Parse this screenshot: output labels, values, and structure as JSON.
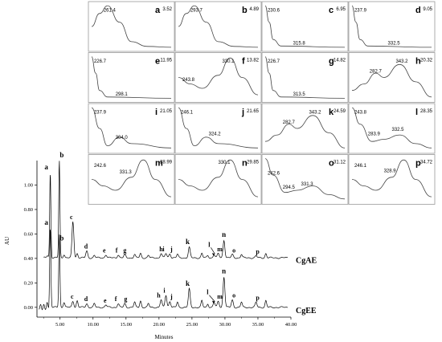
{
  "chart_data": [
    {
      "type": "line",
      "xlabel": "Minutes",
      "ylabel": "AU",
      "xlim": [
        1.5,
        40.0
      ],
      "ylim": [
        -0.08,
        1.2
      ],
      "x_ticks": [
        5.0,
        10.0,
        15.0,
        20.0,
        25.0,
        30.0,
        35.0,
        40.0
      ],
      "x_tick_labels": [
        "5.00",
        "10.00",
        "15.00",
        "20.00",
        "25.00",
        "30.00",
        "35.00",
        "40.00"
      ],
      "y_ticks": [
        0.0,
        0.2,
        0.4,
        0.6,
        0.8,
        1.0
      ],
      "y_tick_labels": [
        "0.00",
        "0.20",
        "0.40",
        "0.60",
        "0.80",
        "1.00"
      ],
      "series": [
        {
          "name": "CgAE",
          "color": "#000000",
          "baseline": 0.405,
          "peaks": [
            {
              "label": "a",
              "x": 3.52,
              "y": 1.1
            },
            {
              "label": "b",
              "x": 4.89,
              "y": 1.2
            },
            {
              "label": "c",
              "x": 6.95,
              "y": 0.7
            },
            {
              "label": "d",
              "x": 9.05,
              "y": 0.46
            },
            {
              "label": "e",
              "x": 11.95,
              "y": 0.43
            },
            {
              "label": "f",
              "x": 13.82,
              "y": 0.43
            },
            {
              "label": "g",
              "x": 14.82,
              "y": 0.43
            },
            {
              "label": "h",
              "x": 20.32,
              "y": 0.44
            },
            {
              "label": "i",
              "x": 21.05,
              "y": 0.44
            },
            {
              "label": "j",
              "x": 21.65,
              "y": 0.44
            },
            {
              "label": "k",
              "x": 24.59,
              "y": 0.49
            },
            {
              "label": "l",
              "x": 28.35,
              "y": 0.43
            },
            {
              "label": "m",
              "x": 28.99,
              "y": 0.44
            },
            {
              "label": "n",
              "x": 29.85,
              "y": 0.55
            },
            {
              "label": "o",
              "x": 31.12,
              "y": 0.43
            },
            {
              "label": "p",
              "x": 34.72,
              "y": 0.42
            }
          ]
        },
        {
          "name": "CgEE",
          "color": "#000000",
          "baseline": 0.0,
          "peaks": [
            {
              "label": "a",
              "x": 3.52,
              "y": 0.65
            },
            {
              "label": "b",
              "x": 4.89,
              "y": 0.6
            },
            {
              "label": "c",
              "x": 6.95,
              "y": 0.05
            },
            {
              "label": "d",
              "x": 9.05,
              "y": 0.03
            },
            {
              "label": "e",
              "x": 11.95,
              "y": 0.02
            },
            {
              "label": "f",
              "x": 13.82,
              "y": 0.03
            },
            {
              "label": "g",
              "x": 14.82,
              "y": 0.03
            },
            {
              "label": "h",
              "x": 20.32,
              "y": 0.06
            },
            {
              "label": "i",
              "x": 21.05,
              "y": 0.1
            },
            {
              "label": "j",
              "x": 21.65,
              "y": 0.05
            },
            {
              "label": "k",
              "x": 24.59,
              "y": 0.15
            },
            {
              "label": "l",
              "x": 28.35,
              "y": 0.04
            },
            {
              "label": "m",
              "x": 28.99,
              "y": 0.05
            },
            {
              "label": "n",
              "x": 29.85,
              "y": 0.25
            },
            {
              "label": "o",
              "x": 31.12,
              "y": 0.06
            },
            {
              "label": "p",
              "x": 34.72,
              "y": 0.04
            }
          ]
        }
      ],
      "annotations": [
        "a",
        "b",
        "c",
        "d",
        "e",
        "f",
        "g",
        "h",
        "i",
        "j",
        "k",
        "l",
        "m",
        "n",
        "o",
        "p"
      ],
      "peak_label_styles": {
        "CgAE": {
          "l": "arrow"
        },
        "CgEE": {
          "l": "arrow"
        }
      }
    },
    {
      "type": "line",
      "title": "UV spectra",
      "panels": [
        {
          "label": "a",
          "retention_time": "3.52",
          "maxima": [
            "261.4"
          ],
          "curve": [
            [
              0,
              0.5
            ],
            [
              0.1,
              0.8
            ],
            [
              0.2,
              0.98
            ],
            [
              0.35,
              0.6
            ],
            [
              0.5,
              0.15
            ],
            [
              0.7,
              0.04
            ],
            [
              1,
              0.02
            ]
          ]
        },
        {
          "label": "b",
          "retention_time": "4.89",
          "maxima": [
            "293.7"
          ],
          "curve": [
            [
              0,
              0.5
            ],
            [
              0.1,
              0.8
            ],
            [
              0.2,
              0.98
            ],
            [
              0.35,
              0.6
            ],
            [
              0.5,
              0.15
            ],
            [
              0.7,
              0.04
            ],
            [
              1,
              0.02
            ]
          ]
        },
        {
          "label": "c",
          "retention_time": "6.95",
          "maxima": [
            "230.6",
            "315.8"
          ],
          "curve": [
            [
              0,
              0.98
            ],
            [
              0.05,
              0.6
            ],
            [
              0.1,
              0.2
            ],
            [
              0.2,
              0.05
            ],
            [
              1,
              0.02
            ]
          ]
        },
        {
          "label": "d",
          "retention_time": "9.05",
          "maxima": [
            "237.9",
            "332.5"
          ],
          "curve": [
            [
              0,
              0.98
            ],
            [
              0.05,
              0.6
            ],
            [
              0.1,
              0.2
            ],
            [
              0.2,
              0.05
            ],
            [
              1,
              0.02
            ]
          ]
        },
        {
          "label": "e",
          "retention_time": "11.95",
          "maxima": [
            "226.7",
            "298.1"
          ],
          "curve": [
            [
              0,
              0.98
            ],
            [
              0.05,
              0.6
            ],
            [
              0.1,
              0.2
            ],
            [
              0.2,
              0.05
            ],
            [
              1,
              0.02
            ]
          ]
        },
        {
          "label": "f",
          "retention_time": "13.82",
          "maxima": [
            "243.8",
            "330.1"
          ],
          "curve": [
            [
              0,
              0.5
            ],
            [
              0.15,
              0.35
            ],
            [
              0.3,
              0.25
            ],
            [
              0.5,
              0.55
            ],
            [
              0.65,
              0.95
            ],
            [
              0.8,
              0.5
            ],
            [
              1,
              0.1
            ]
          ]
        },
        {
          "label": "g",
          "retention_time": "14.82",
          "maxima": [
            "226.7",
            "313.5"
          ],
          "curve": [
            [
              0,
              0.98
            ],
            [
              0.05,
              0.6
            ],
            [
              0.1,
              0.2
            ],
            [
              0.2,
              0.05
            ],
            [
              1,
              0.02
            ]
          ]
        },
        {
          "label": "h",
          "retention_time": "20.32",
          "maxima": [
            "282.7",
            "343.2"
          ],
          "curve": [
            [
              0,
              0.2
            ],
            [
              0.15,
              0.35
            ],
            [
              0.3,
              0.6
            ],
            [
              0.4,
              0.5
            ],
            [
              0.6,
              0.8
            ],
            [
              0.8,
              0.4
            ],
            [
              1,
              0.05
            ]
          ]
        },
        {
          "label": "i",
          "retention_time": "21.05",
          "maxima": [
            "237.9",
            "304.0"
          ],
          "curve": [
            [
              0,
              0.98
            ],
            [
              0.1,
              0.5
            ],
            [
              0.2,
              0.1
            ],
            [
              0.35,
              0.3
            ],
            [
              0.5,
              0.15
            ],
            [
              1,
              0.05
            ]
          ]
        },
        {
          "label": "j",
          "retention_time": "21.65",
          "maxima": [
            "246.1",
            "324.2"
          ],
          "curve": [
            [
              0,
              0.98
            ],
            [
              0.1,
              0.5
            ],
            [
              0.2,
              0.1
            ],
            [
              0.35,
              0.3
            ],
            [
              0.5,
              0.15
            ],
            [
              1,
              0.05
            ]
          ]
        },
        {
          "label": "k",
          "retention_time": "24.59",
          "maxima": [
            "282.7",
            "343.2"
          ],
          "curve": [
            [
              0,
              0.2
            ],
            [
              0.15,
              0.35
            ],
            [
              0.3,
              0.6
            ],
            [
              0.4,
              0.5
            ],
            [
              0.6,
              0.8
            ],
            [
              0.8,
              0.4
            ],
            [
              1,
              0.05
            ]
          ]
        },
        {
          "label": "l",
          "retention_time": "28.35",
          "maxima": [
            "243.8",
            "283.9",
            "332.5"
          ],
          "curve": [
            [
              0,
              0.98
            ],
            [
              0.1,
              0.6
            ],
            [
              0.25,
              0.2
            ],
            [
              0.4,
              0.25
            ],
            [
              0.6,
              0.35
            ],
            [
              0.8,
              0.15
            ],
            [
              1,
              0.05
            ]
          ]
        },
        {
          "label": "m",
          "retention_time": "28.99",
          "maxima": [
            "242.6",
            "331.3"
          ],
          "curve": [
            [
              0,
              0.5
            ],
            [
              0.15,
              0.35
            ],
            [
              0.3,
              0.25
            ],
            [
              0.5,
              0.55
            ],
            [
              0.65,
              0.95
            ],
            [
              0.8,
              0.5
            ],
            [
              1,
              0.1
            ]
          ]
        },
        {
          "label": "n",
          "retention_time": "29.85",
          "maxima": [
            "330.1"
          ],
          "curve": [
            [
              0,
              0.5
            ],
            [
              0.15,
              0.35
            ],
            [
              0.3,
              0.25
            ],
            [
              0.5,
              0.55
            ],
            [
              0.65,
              0.95
            ],
            [
              0.8,
              0.5
            ],
            [
              1,
              0.1
            ]
          ]
        },
        {
          "label": "o",
          "retention_time": "31.12",
          "maxima": [
            "242.6",
            "294.5",
            "331.3"
          ],
          "curve": [
            [
              0,
              0.98
            ],
            [
              0.1,
              0.6
            ],
            [
              0.25,
              0.2
            ],
            [
              0.4,
              0.25
            ],
            [
              0.6,
              0.35
            ],
            [
              0.8,
              0.15
            ],
            [
              1,
              0.05
            ]
          ]
        },
        {
          "label": "p",
          "retention_time": "34.72",
          "maxima": [
            "246.1",
            "328.9"
          ],
          "curve": [
            [
              0,
              0.5
            ],
            [
              0.15,
              0.35
            ],
            [
              0.3,
              0.25
            ],
            [
              0.5,
              0.55
            ],
            [
              0.65,
              0.95
            ],
            [
              0.8,
              0.5
            ],
            [
              1,
              0.1
            ]
          ]
        }
      ]
    }
  ]
}
